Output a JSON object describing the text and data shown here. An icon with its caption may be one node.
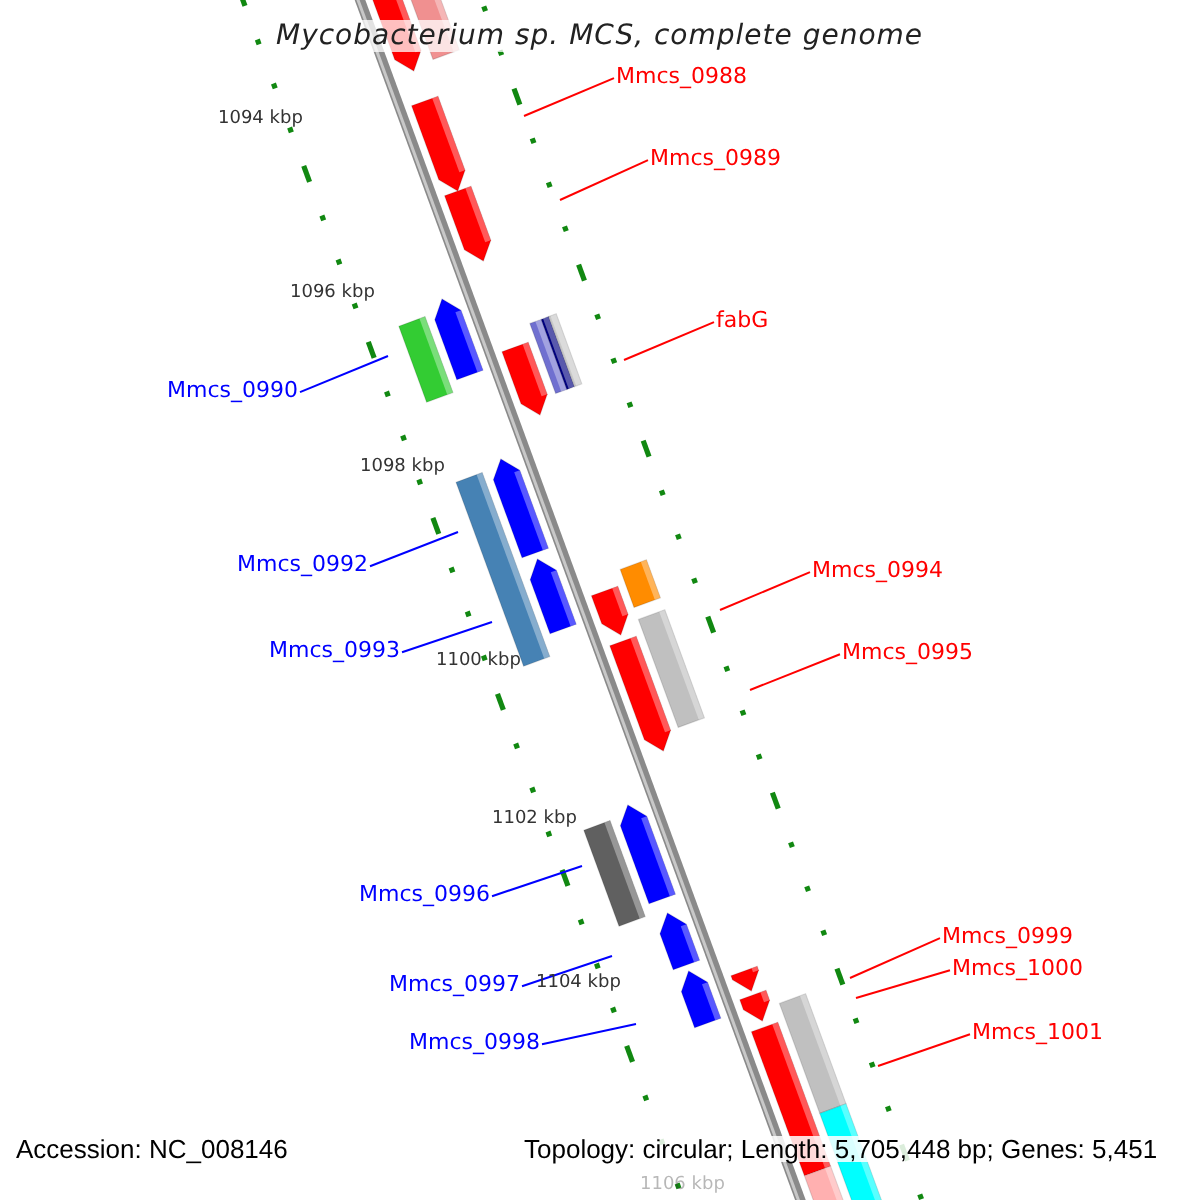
{
  "diagram": {
    "title": "Mycobacterium sp. MCS, complete genome",
    "nodes": [
      {
        "text": [
          "Mmcs_0988"
        ]
      },
      {
        "text": [
          "Mmcs_0989"
        ]
      },
      {
        "text": [
          "fabG"
        ]
      },
      {
        "text": [
          "Mmcs_0990"
        ]
      },
      {
        "text": [
          "Mmcs_0992"
        ]
      },
      {
        "text": [
          "Mmcs_0994"
        ]
      },
      {
        "text": [
          "Mmcs_0993"
        ]
      },
      {
        "text": [
          "Mmcs_0995"
        ]
      },
      {
        "text": [
          "Mmcs_0996"
        ]
      },
      {
        "text": [
          "Mmcs_0999"
        ]
      },
      {
        "text": [
          "Mmcs_1000"
        ]
      },
      {
        "text": [
          "Mmcs_0997"
        ]
      },
      {
        "text": [
          "Mmcs_1001"
        ]
      },
      {
        "text": [
          "Mmcs_0998"
        ]
      }
    ],
    "edges": [
      {
        "from": 0,
        "to": null,
        "arrow": "none"
      },
      {
        "from": 1,
        "to": null,
        "arrow": "none"
      },
      {
        "from": 2,
        "to": null,
        "arrow": "none"
      },
      {
        "from": 3,
        "to": null,
        "arrow": "none",
        "color": "#0000ff"
      },
      {
        "from": 4,
        "to": null,
        "arrow": "none",
        "color": "#0000ff"
      },
      {
        "from": 5,
        "to": null,
        "arrow": "none"
      },
      {
        "from": 6,
        "to": null,
        "arrow": "none",
        "color": "#0000ff"
      },
      {
        "from": 7,
        "to": null,
        "arrow": "none"
      },
      {
        "from": 8,
        "to": null,
        "arrow": "none",
        "color": "#0000ff"
      },
      {
        "from": 9,
        "to": null,
        "arrow": "none"
      },
      {
        "from": 10,
        "to": null,
        "arrow": "none"
      },
      {
        "from": 11,
        "to": null,
        "arrow": "none",
        "color": "#0000ff"
      },
      {
        "from": 12,
        "to": null,
        "arrow": "none"
      },
      {
        "from": 13,
        "to": null,
        "arrow": "none",
        "color": "#0000ff"
      }
    ],
    "labels": [
      "1094 kbp",
      "1096 kbp",
      "1098 kbp",
      "1100 kbp",
      "1102 kbp",
      "1104 kbp",
      "1106 kbp",
      "Accession: NC_008146",
      "Topology: circular; Length: 5,705,448 bp; Genes: 5,451"
    ]
  }
}
